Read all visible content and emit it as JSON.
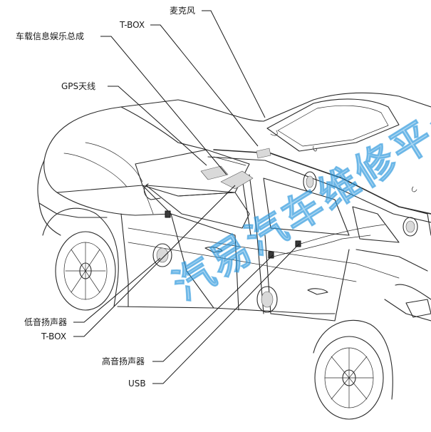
{
  "labels": {
    "microphone": "麦克风",
    "tbox_top": "T-BOX",
    "infotainment": "车载信息娱乐总成",
    "gps": "GPS天线",
    "woofer": "低音扬声器",
    "tbox_bottom": "T-BOX",
    "tweeter": "高音扬声器",
    "usb": "USB"
  },
  "watermark": "汽易汽车维修平台",
  "colors": {
    "line": "#2a2a2a",
    "watermark": "#2896dc"
  }
}
